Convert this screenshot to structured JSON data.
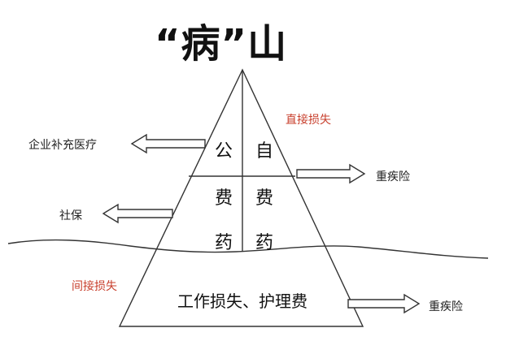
{
  "title": "“病”山",
  "labels": {
    "direct_loss": "直接损失",
    "indirect_loss": "间接损失",
    "enterprise_medical": "企业补充医疗",
    "social_security": "社保",
    "critical_illness_right": "重疾险",
    "critical_illness_bottom": "重疾险"
  },
  "cells": {
    "public": "公",
    "self": "自",
    "fee_left": "费",
    "fee_right": "费",
    "medicine_left": "药",
    "medicine_right": "药"
  },
  "base_text": "工作损失、护理费",
  "colors": {
    "accent": "#c8402e",
    "line": "#333333"
  }
}
